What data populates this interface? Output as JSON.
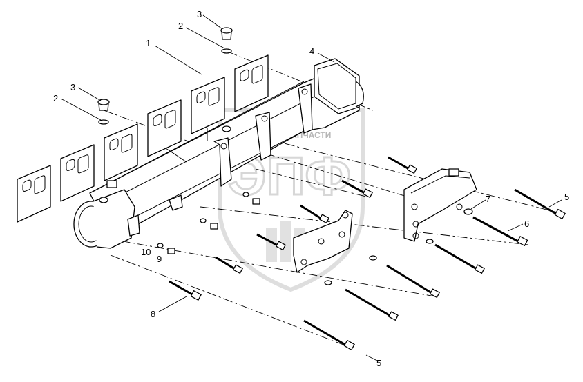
{
  "callouts": [
    {
      "id": "c1",
      "label": "1"
    },
    {
      "id": "c2a",
      "label": "2"
    },
    {
      "id": "c2b",
      "label": "2"
    },
    {
      "id": "c3a",
      "label": "3"
    },
    {
      "id": "c3b",
      "label": "3"
    },
    {
      "id": "c4",
      "label": "4"
    },
    {
      "id": "c5a",
      "label": "5"
    },
    {
      "id": "c5b",
      "label": "5"
    },
    {
      "id": "c6",
      "label": "6"
    },
    {
      "id": "c7",
      "label": "7"
    },
    {
      "id": "c8",
      "label": "8"
    },
    {
      "id": "c9",
      "label": "9"
    },
    {
      "id": "c10",
      "label": "10"
    }
  ],
  "watermark": {
    "brand_text": "ТЕХНИКА и ЗАПЧАСТИ",
    "logo_letters": "ЭПФ"
  }
}
